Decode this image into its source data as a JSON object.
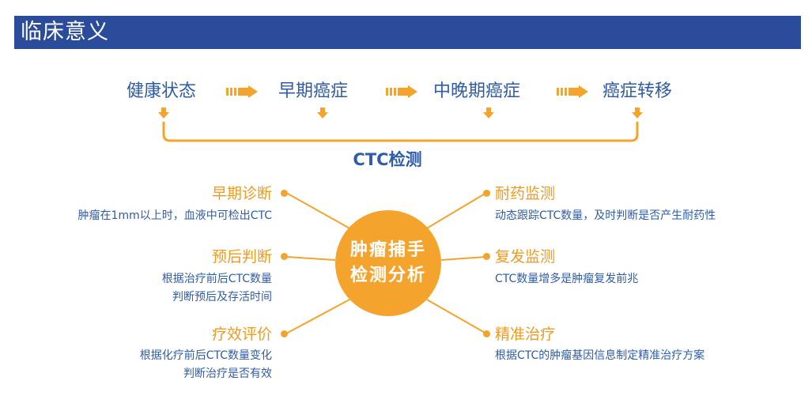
{
  "header": {
    "title": "临床意义"
  },
  "stages": [
    "健康状态",
    "早期癌症",
    "中晚期癌症",
    "癌症转移"
  ],
  "ctc_label": "CTC检测",
  "center": {
    "line1": "肿瘤捕手",
    "line2": "检测分析"
  },
  "left_nodes": [
    {
      "title": "早期诊断",
      "desc": [
        "肿瘤在1mm以上时，血液中可检出CTC"
      ]
    },
    {
      "title": "预后判断",
      "desc": [
        "根据治疗前后CTC数量",
        "判断预后及存活时间"
      ]
    },
    {
      "title": "疗效评价",
      "desc": [
        "根据化疗前后CTC数量变化",
        "判断治疗是否有效"
      ]
    }
  ],
  "right_nodes": [
    {
      "title": "耐药监测",
      "desc": [
        "动态跟踪CTC数量，及时判断是否产生耐药性"
      ]
    },
    {
      "title": "复发监测",
      "desc": [
        "CTC数量增多是肿瘤复发前兆"
      ]
    },
    {
      "title": "精准治疗",
      "desc": [
        "根据CTC的肿瘤基因信息制定精准治疗方案"
      ]
    }
  ],
  "colors": {
    "header_bg": "#2b4c9b",
    "accent": "#f4a42c",
    "text_blue": "#2f5ca8",
    "title_orange": "#f09a1e"
  }
}
